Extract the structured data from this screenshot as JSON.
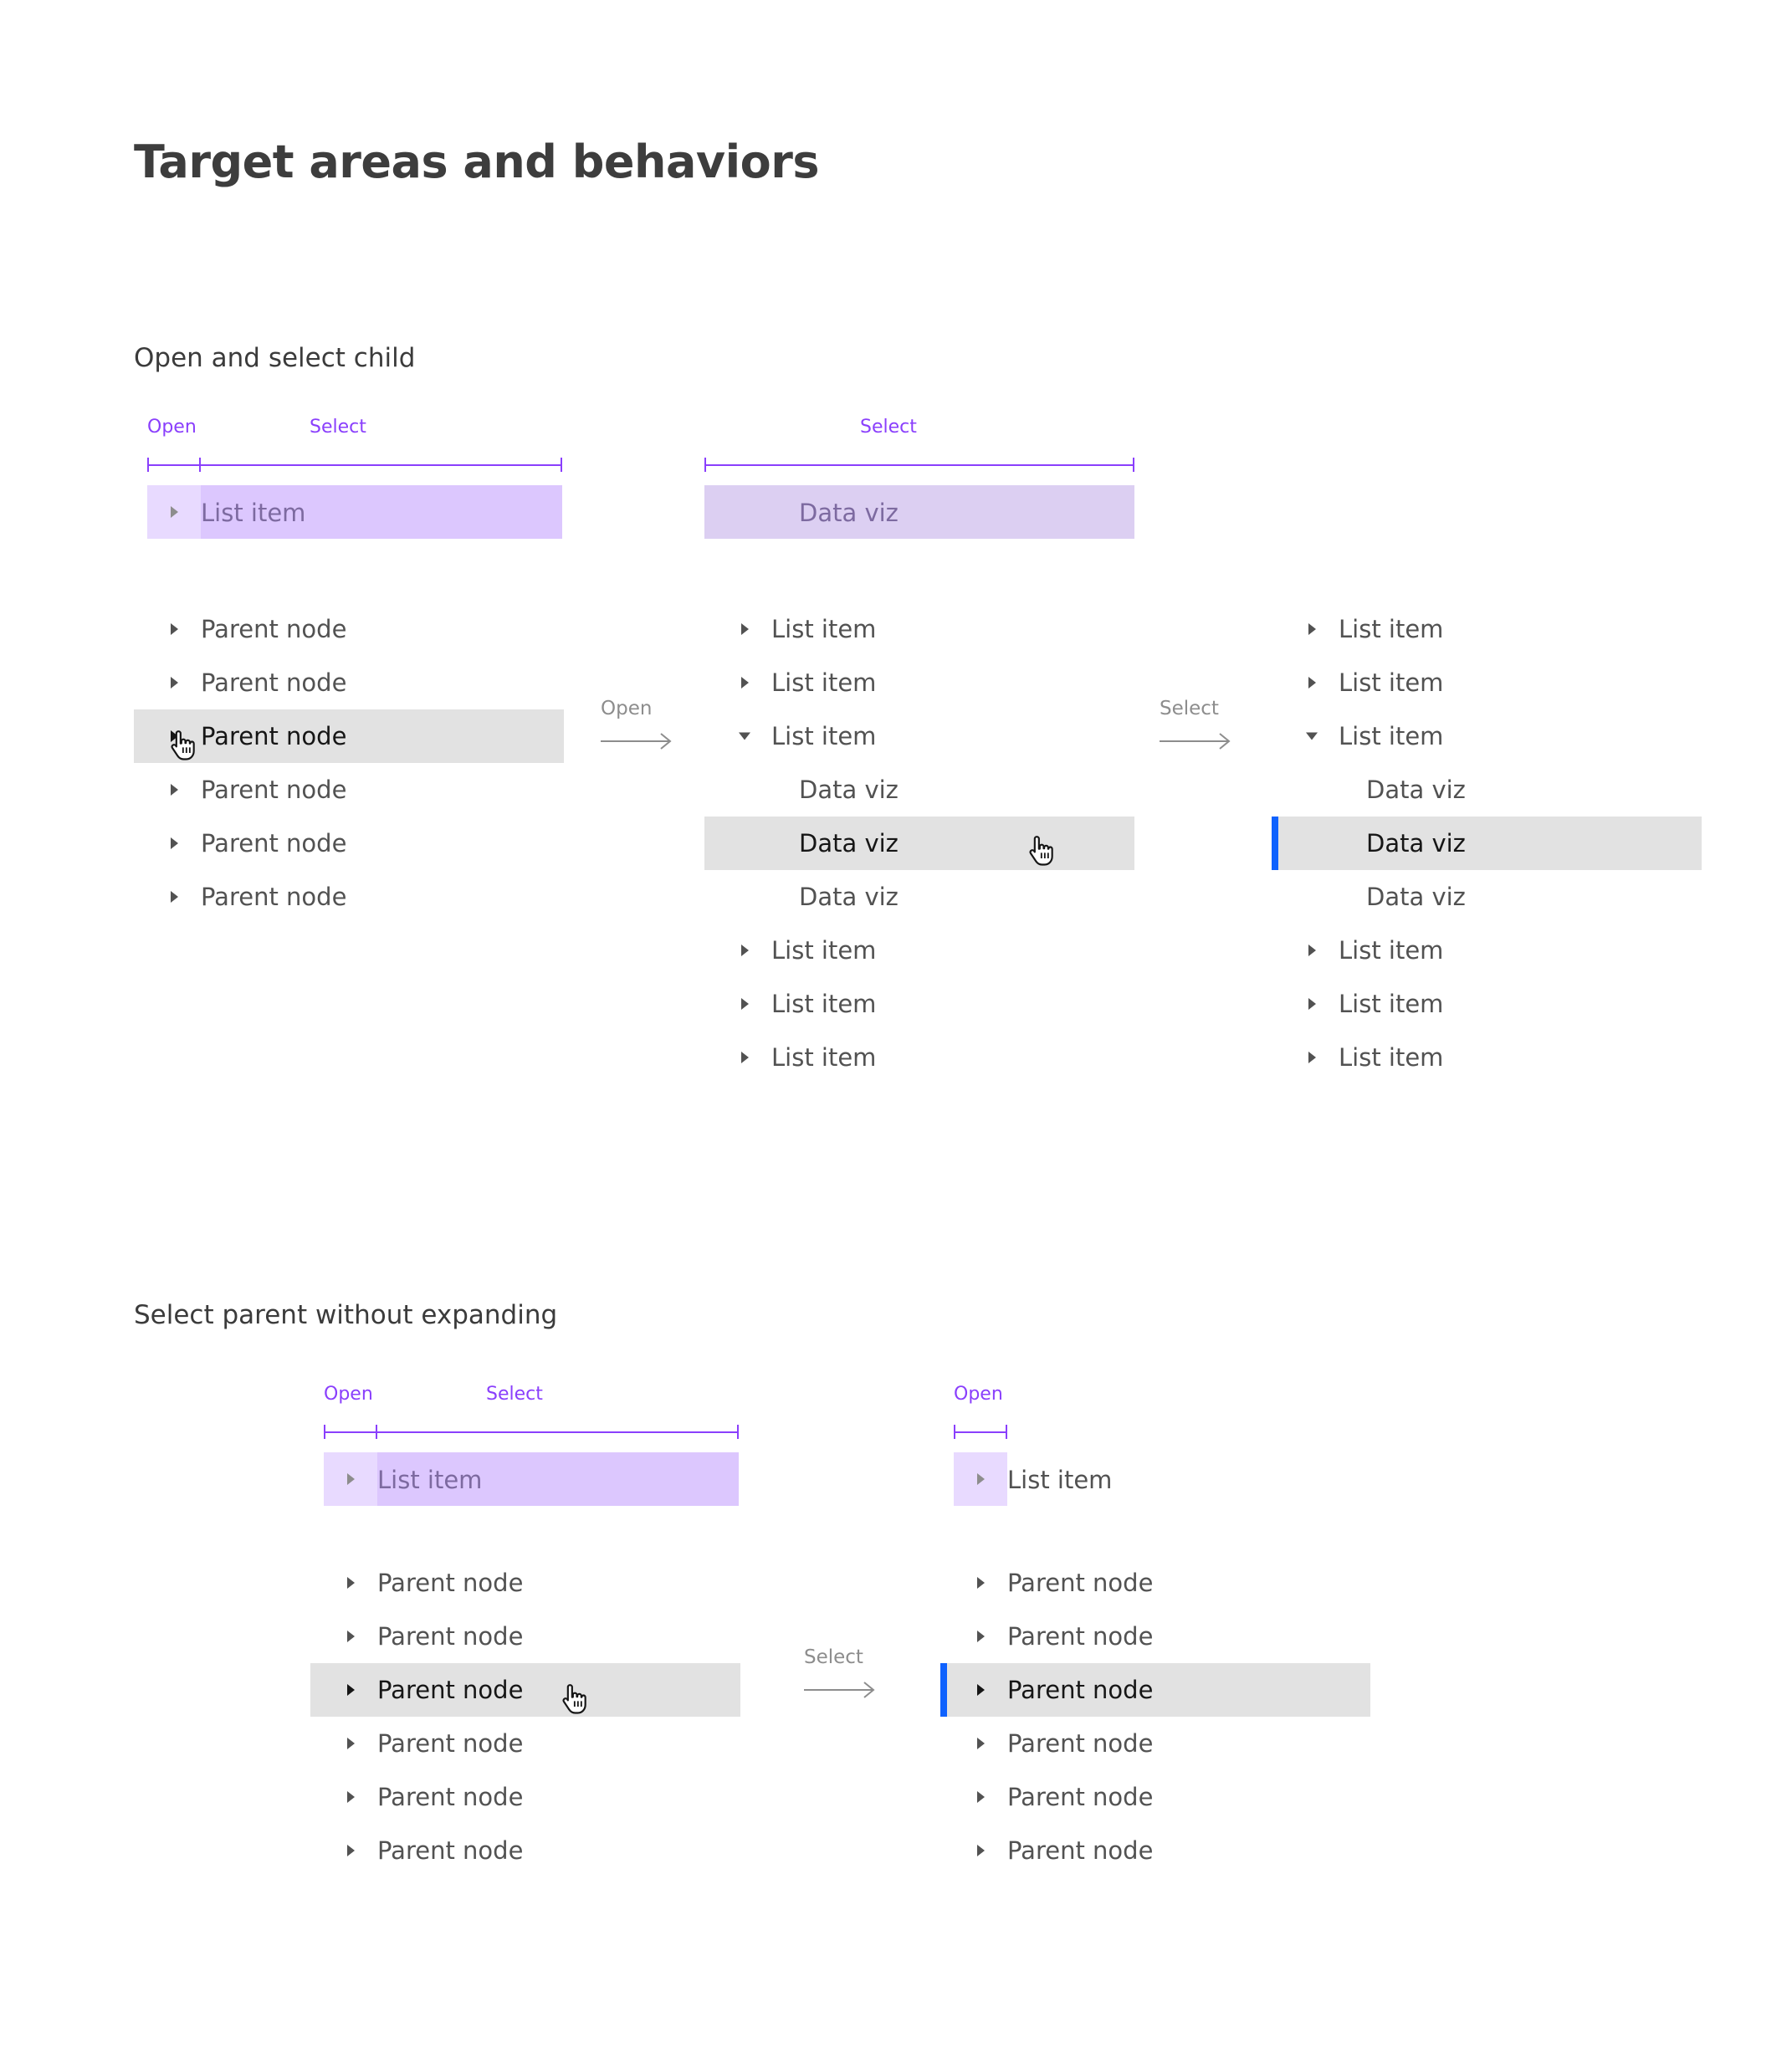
{
  "title": "Target areas and behaviors",
  "section1": {
    "heading": "Open and select child",
    "target_a": {
      "open_label": "Open",
      "select_label": "Select",
      "item_label": "List item"
    },
    "target_b": {
      "select_label": "Select",
      "item_label": "Data viz"
    },
    "tree1": [
      "Parent node",
      "Parent node",
      "Parent node",
      "Parent node",
      "Parent node",
      "Parent node"
    ],
    "arrow1_label": "Open",
    "tree2": [
      "List item",
      "List item",
      "List item",
      "Data viz",
      "Data viz",
      "Data viz",
      "List item",
      "List item",
      "List item"
    ],
    "arrow2_label": "Select",
    "tree3": [
      "List item",
      "List item",
      "List item",
      "Data viz",
      "Data viz",
      "Data viz",
      "List item",
      "List item",
      "List item"
    ]
  },
  "section2": {
    "heading": "Select parent without expanding",
    "target_a": {
      "open_label": "Open",
      "select_label": "Select",
      "item_label": "List item"
    },
    "target_b": {
      "open_label": "Open",
      "item_label": "List item"
    },
    "tree1": [
      "Parent node",
      "Parent node",
      "Parent node",
      "Parent node",
      "Parent node",
      "Parent node"
    ],
    "arrow_label": "Select",
    "tree2": [
      "Parent node",
      "Parent node",
      "Parent node",
      "Parent node",
      "Parent node",
      "Parent node"
    ]
  },
  "colors": {
    "annotation": "#8a3ffc",
    "open_zone": "#e8daff",
    "select_zone": "#dcc7fe",
    "hover_row": "#e2e2e2",
    "selected_indicator": "#0f62fe"
  },
  "icons": [
    "caret-right-icon",
    "caret-down-icon",
    "pointer-cursor-icon",
    "arrow-right-icon"
  ]
}
